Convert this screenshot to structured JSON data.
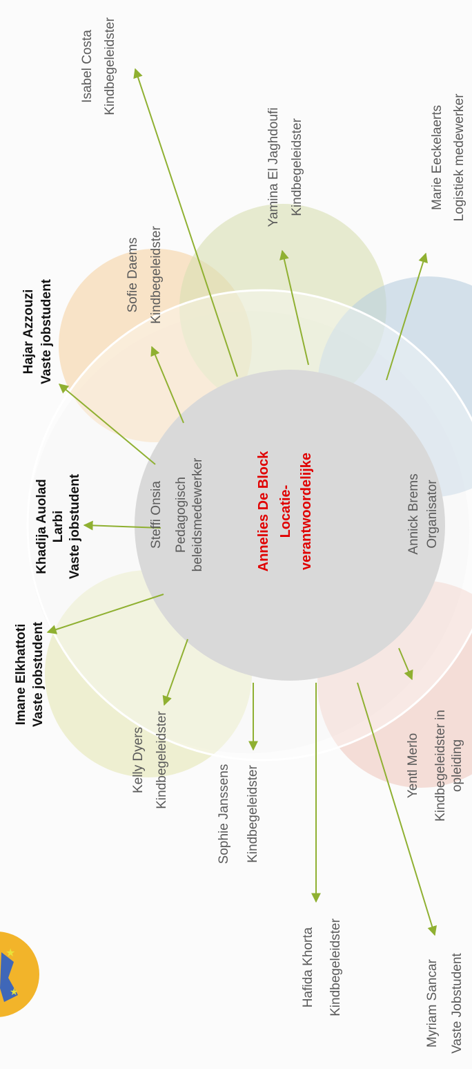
{
  "colors": {
    "arrow": "#8fb031",
    "center_text": "#e00000",
    "petal_orange": "#f5cf9c",
    "petal_green": "#d8dfb2",
    "petal_blue": "#b9cfe0",
    "petal_pink": "#eec4ba",
    "petal_yellow": "#e6e7b6",
    "logo": "#f2b42a"
  },
  "center": {
    "name": "Annelies De Block",
    "role_line1": "Locatie-",
    "role_line2": "verantwoordelijke"
  },
  "inner": {
    "steffi": {
      "name": "Steffi Onsia",
      "role_line1": "Pedagogisch",
      "role_line2": "beleidsmedewerker"
    },
    "annick": {
      "name": "Annick Brems",
      "role": "Organisator"
    }
  },
  "people": {
    "isabel": {
      "name": "Isabel Costa",
      "role": "Kindbegeleidster"
    },
    "marie": {
      "name": "Marie Eeckelaerts",
      "role": "Logistiek medewerker"
    },
    "yamina": {
      "name": "Yamina El Jaghdoufi",
      "role": "Kindbegeleidster"
    },
    "sofie": {
      "name": "Sofie Daems",
      "role": "Kindbegeleidster"
    },
    "hajar": {
      "name": "Hajar Azzouzi",
      "role": "Vaste jobstudent"
    },
    "khadija": {
      "name_line1": "Khadija Auolad",
      "name_line2": "Larbi",
      "role": "Vaste jobstudent"
    },
    "imane": {
      "name": "Imane Elkhattoti",
      "role": "Vaste jobstudent"
    },
    "kelly": {
      "name": "Kelly Dyers",
      "role": "Kindbegeleidster"
    },
    "sophie": {
      "name": "Sophie Janssens",
      "role": "Kindbegeleidster"
    },
    "yentl": {
      "name": "Yentl Merlo",
      "role_line1": "Kindbegeleidster in",
      "role_line2": "opleiding"
    },
    "hafida": {
      "name": "Hafida Khorta",
      "role": "Kindbegeleidster"
    },
    "myriam": {
      "name": "Myriam Sancar",
      "role": "Vaste Jobstudent"
    }
  }
}
